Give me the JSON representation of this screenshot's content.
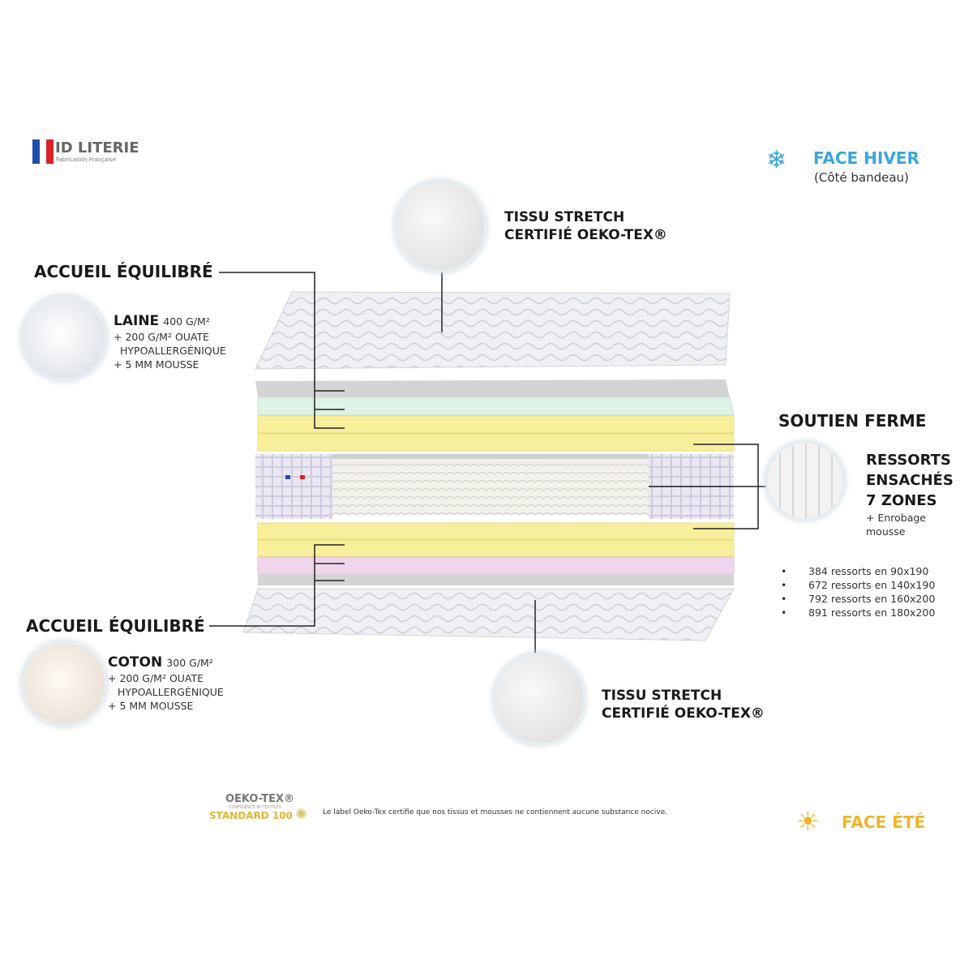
{
  "brand": {
    "name": "ID LITERIE",
    "tagline": "Fabrication Française"
  },
  "face_hiver": {
    "title": "FACE HIVER",
    "subtitle": "(Côté bandeau)",
    "icon": "snowflake-icon",
    "color": "#3aa6dc"
  },
  "top_fabric": {
    "line1": "TISSU STRETCH",
    "line2": "CERTIFIÉ OEKO-TEX®"
  },
  "accueil_top": {
    "title": "ACCUEIL ÉQUILIBRÉ",
    "material": "LAINE",
    "weight": "400 G/M²",
    "details": [
      "+ 200 G/M² OUATE",
      "HYPOALLERGÉNIQUE",
      "+ 5 MM MOUSSE"
    ]
  },
  "soutien": {
    "title": "SOUTIEN FERME",
    "lines": [
      "RESSORTS",
      "ENSACHÉS",
      "7 ZONES"
    ],
    "details": [
      "+ Enrobage",
      "mousse"
    ],
    "springs": [
      "384 ressorts en 90x190",
      "672 ressorts en 140x190",
      "792 ressorts en 160x200",
      "891 ressorts en 180x200"
    ]
  },
  "accueil_bottom": {
    "title": "ACCUEIL ÉQUILIBRÉ",
    "material": "COTON",
    "weight": "300 G/M²",
    "details": [
      "+ 200 G/M² OUATE",
      "HYPOALLERGÉNIQUE",
      "+ 5 MM MOUSSE"
    ]
  },
  "bottom_fabric": {
    "line1": "TISSU STRETCH",
    "line2": "CERTIFIÉ OEKO-TEX®"
  },
  "oekotex": {
    "brand": "OEKO-TEX®",
    "small": "CONFIDENCE IN TEXTILES",
    "standard": "STANDARD 100",
    "note": "Le label Oeko-Tex certifie que nos tissus et mousses ne contiennent aucune substance nocive."
  },
  "face_ete": {
    "title": "FACE ÉTÉ",
    "icon": "sun-icon",
    "color": "#f0b429"
  },
  "layer_colors": {
    "quilt": "#eef0f3",
    "grey": "#d2d4d6",
    "green": "#dff2e6",
    "yellow": "#f8ef9c",
    "pink": "#f0d6ec",
    "core": "#ebe8f3"
  }
}
